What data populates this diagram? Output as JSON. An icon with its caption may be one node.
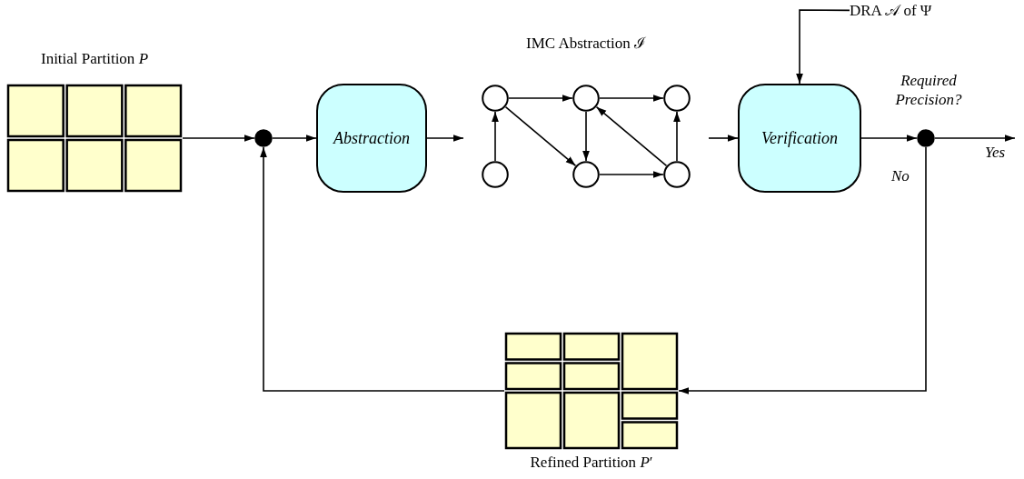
{
  "diagram": {
    "nodes": [
      {
        "text": [
          "Initial Partition *P*"
        ]
      },
      {
        "text": [],
        "shape": "circle"
      },
      {
        "text": [
          "Abstraction"
        ]
      },
      {
        "text": [
          "IMC Abstraction ℐ"
        ]
      },
      {
        "text": [],
        "shape": "circle",
        "in": 3
      },
      {
        "text": [],
        "shape": "circle",
        "in": 3
      },
      {
        "text": [],
        "shape": "circle",
        "in": 3
      },
      {
        "text": [],
        "shape": "circle",
        "in": 3
      },
      {
        "text": [],
        "shape": "circle",
        "in": 3
      },
      {
        "text": [],
        "shape": "circle",
        "in": 3
      },
      {
        "text": [
          "Verification"
        ]
      },
      {
        "text": [
          "DRA 𝒜 of Ψ"
        ]
      },
      {
        "text": [],
        "shape": "circle",
        "beside": [
          "Required Precision?"
        ]
      },
      {
        "text": [
          "Refined Partition *P*′"
        ]
      }
    ],
    "edges": [
      {
        "from": 0,
        "to": 1,
        "arrow": "to"
      },
      {
        "from": 1,
        "to": 2,
        "arrow": "to"
      },
      {
        "from": 2,
        "to": 3,
        "arrow": "to"
      },
      {
        "from": 7,
        "to": 4,
        "arrow": "to"
      },
      {
        "from": 4,
        "to": 5,
        "arrow": "to"
      },
      {
        "from": 5,
        "to": 6,
        "arrow": "to"
      },
      {
        "from": 4,
        "to": 8,
        "arrow": "to"
      },
      {
        "from": 5,
        "to": 8,
        "arrow": "to"
      },
      {
        "from": 8,
        "to": 9,
        "arrow": "to"
      },
      {
        "from": 9,
        "to": 5,
        "arrow": "to"
      },
      {
        "from": 9,
        "to": 6,
        "arrow": "to"
      },
      {
        "from": 3,
        "to": 10,
        "arrow": "to"
      },
      {
        "from": 11,
        "to": 10,
        "arrow": "to"
      },
      {
        "from": 10,
        "to": 12,
        "arrow": "to"
      },
      {
        "from": 12,
        "to": null,
        "label": "Yes",
        "arrow": "to"
      },
      {
        "from": 12,
        "to": 13,
        "label": "No",
        "arrow": "to"
      },
      {
        "from": 13,
        "to": 1,
        "arrow": "to"
      }
    ]
  }
}
